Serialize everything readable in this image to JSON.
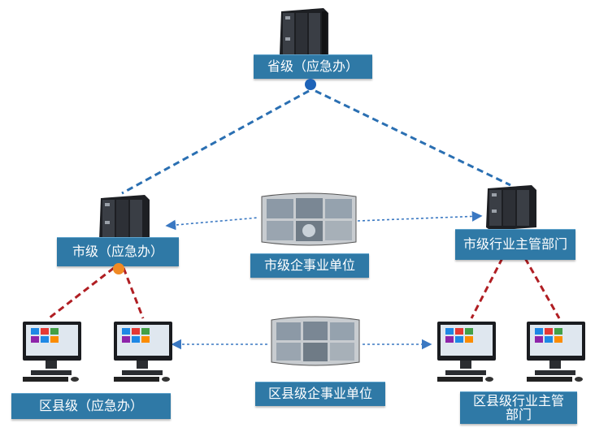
{
  "nodes": {
    "province": {
      "label": "省级（应急办）",
      "icon": "server-icon"
    },
    "city": {
      "label": "市级（应急办）",
      "icon": "server-icon"
    },
    "city_dept": {
      "label": "市级行业主管部门",
      "icon": "server-icon"
    },
    "city_enterprise": {
      "label": "市级企事业单位",
      "icon": "monitor-wall-icon"
    },
    "county": {
      "label": "区县级（应急办）",
      "icon": "desktop-pc-icon"
    },
    "county_enterprise": {
      "label": "区县级企事业单位",
      "icon": "monitor-wall-icon"
    },
    "county_dept": {
      "label": "区县级行业主管部门",
      "icon": "desktop-pc-icon"
    }
  },
  "colors": {
    "label_bg": "#2f79a6",
    "blue_link": "#2a6fb2",
    "red_link": "#b01e23",
    "arrow_link": "#3a78c2",
    "node_dot_blue": "#1e63b8",
    "node_dot_orange": "#f08a24"
  }
}
